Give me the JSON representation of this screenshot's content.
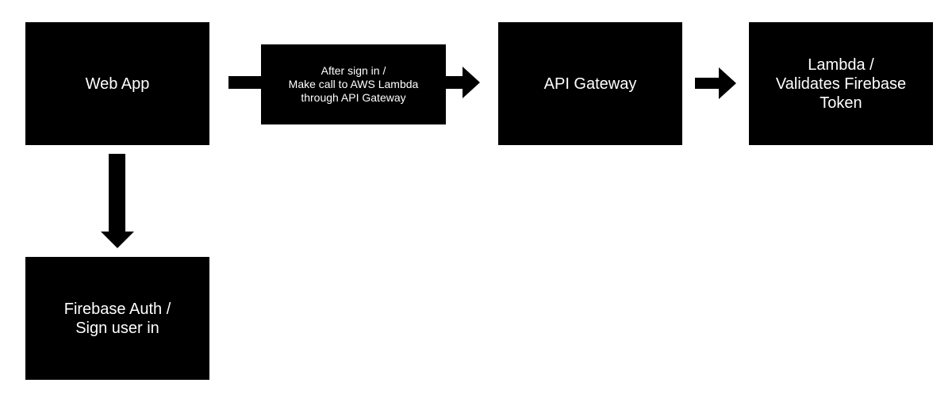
{
  "nodes": {
    "web_app": "Web App",
    "api_gateway": "API Gateway",
    "lambda": "Lambda /\nValidates Firebase\nToken",
    "firebase_auth": "Firebase Auth /\nSign user in",
    "call_label": "After sign in /\nMake call to AWS Lambda\nthrough API Gateway"
  },
  "colors": {
    "box": "#000000",
    "text": "#ffffff",
    "background": "#ffffff"
  }
}
